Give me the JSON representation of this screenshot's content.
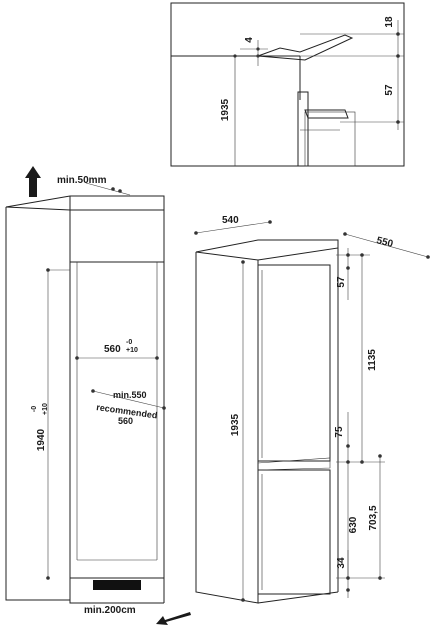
{
  "detail": {
    "dim_top": "18",
    "dim_gap": "4",
    "dim_height": "1935",
    "dim_right": "57"
  },
  "niche": {
    "min_top_gap": "min.50mm",
    "height_main": "1940",
    "height_tol_top": "-0",
    "height_tol_bottom": "+10",
    "width_main": "560",
    "width_tol_top": "-0",
    "width_tol_bottom": "+10",
    "min_depth": "min.550",
    "recommended_label": "recommended",
    "recommended_value": "560",
    "min_vent": "min.200cm"
  },
  "fridge": {
    "width": "540",
    "depth": "550",
    "height": "1935",
    "top_gap": "57",
    "upper_height": "1135",
    "mid_gap": "75",
    "lower_door": "630",
    "lower_total": "703,5",
    "bottom_gap": "34"
  },
  "colors": {
    "line": "#222222",
    "panel": "#ffffff",
    "vent": "#111111"
  }
}
